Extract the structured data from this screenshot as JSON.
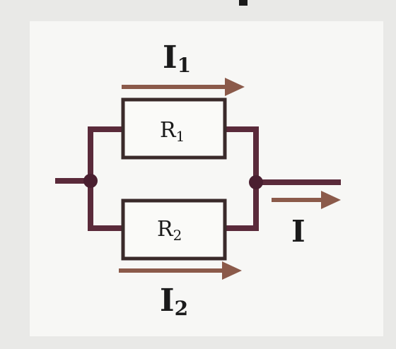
{
  "labels": {
    "i1": {
      "main": "I",
      "sub": "1"
    },
    "i2": {
      "main": "I",
      "sub": "2"
    },
    "i": "I",
    "r1": {
      "main": "R",
      "sub": "1"
    },
    "r2": {
      "main": "R",
      "sub": "2"
    }
  },
  "colors": {
    "background": "#e9e9e7",
    "panel": "#f7f7f5",
    "wire": "#5a2a3a",
    "node": "#4a1f30",
    "arrow": "#8b5a4a",
    "resistor_border": "#3a2a2a",
    "resistor_fill": "#fafaf8",
    "text": "#1a1a1a",
    "top_mark": "#1a1a1a"
  },
  "icons": {
    "arrow": "arrow-right-icon",
    "junction": "junction-dot-icon",
    "resistor": "resistor-box-icon"
  }
}
